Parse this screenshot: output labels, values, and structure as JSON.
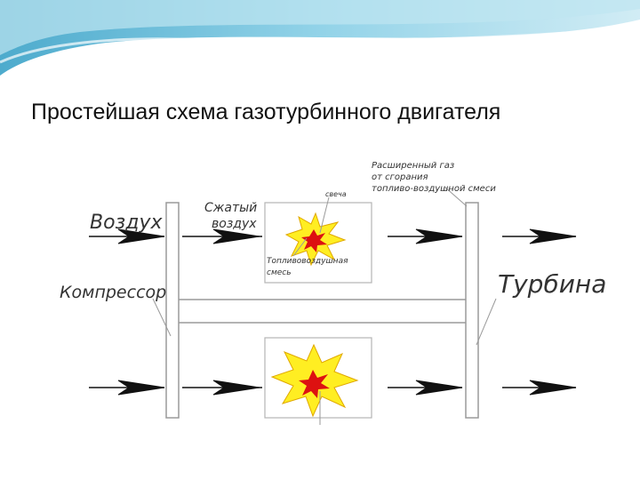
{
  "slide": {
    "title": "Простейшая схема газотурбинного двигателя"
  },
  "diagram": {
    "labels": {
      "air": "Воздух",
      "compressed_air_line1": "Сжатый",
      "compressed_air_line2": "воздух",
      "spark_plug": "свеча",
      "fuel_air_mix_line1": "Топливовоздушная",
      "fuel_air_mix_line2": "смесь",
      "expanded_gas_line1": "Расширенный газ",
      "expanded_gas_line2": "от сгорания",
      "expanded_gas_line3": "топливо-воздушной смеси",
      "compressor": "Компрессор",
      "turbine": "Турбина"
    },
    "colors": {
      "flame_outer": "#ffee22",
      "flame_inner": "#dd1111",
      "arrow": "#111111",
      "line": "#9a9a9a",
      "deco_blue": "#5fb8d6"
    }
  }
}
